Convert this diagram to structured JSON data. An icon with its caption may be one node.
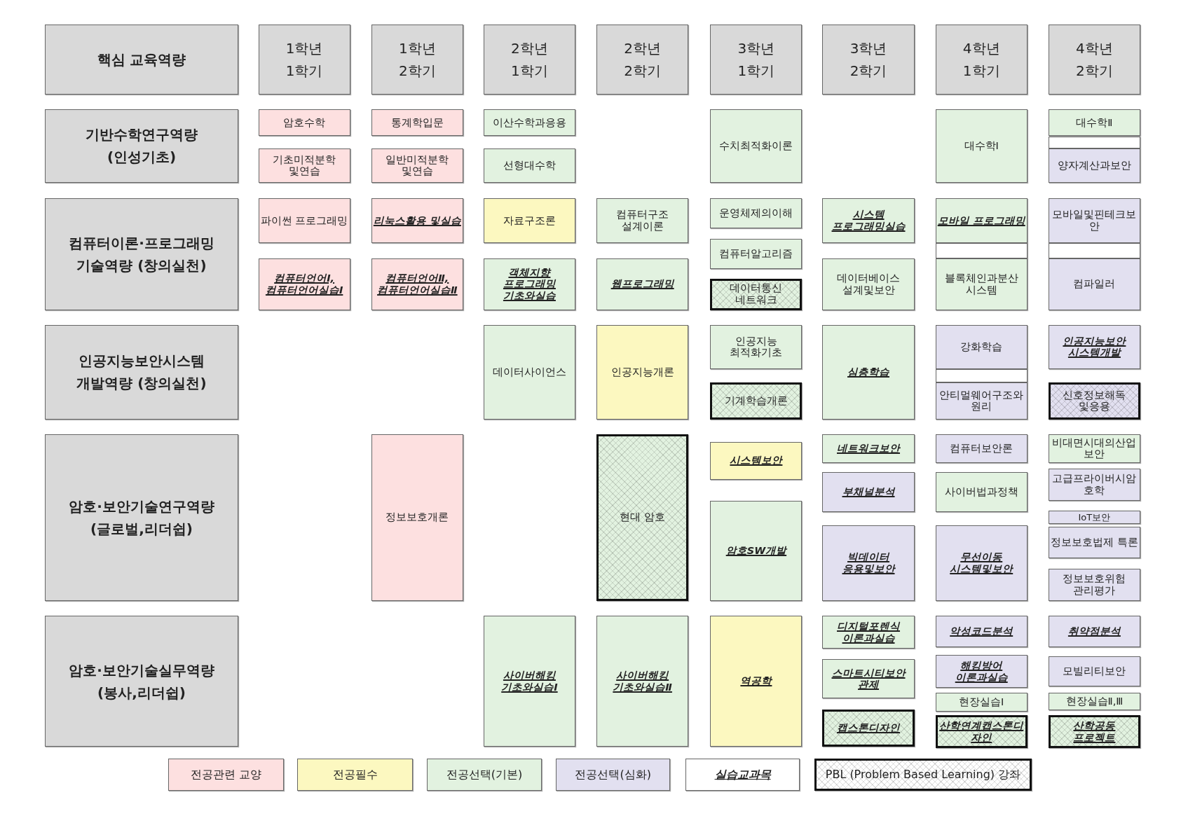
{
  "diagram": {
    "nodes": [
      {
        "text": [
          "핵심 교육역량"
        ]
      },
      {
        "text": [
          "1학년 1학기"
        ]
      },
      {
        "text": [
          "1학년 2학기"
        ]
      },
      {
        "text": [
          "2학년 1학기"
        ]
      },
      {
        "text": [
          "2학년 2학기"
        ]
      },
      {
        "text": [
          "3학년 1학기"
        ]
      },
      {
        "text": [
          "3학년 2학기"
        ]
      },
      {
        "text": [
          "4학년 1학기"
        ]
      },
      {
        "text": [
          "4학년 2학기"
        ]
      },
      {
        "text": [
          "기반수학연구역량 (인성기초)"
        ]
      },
      {
        "text": [
          "암호수학"
        ]
      },
      {
        "text": [
          "통계학입문"
        ]
      },
      {
        "text": [
          "이산수학과응용"
        ]
      },
      {
        "text": [
          "수치최적화이론"
        ]
      },
      {
        "text": [
          "대수학Ⅰ"
        ]
      },
      {
        "text": [
          "대수학Ⅱ"
        ]
      },
      {
        "text": [],
        "shape": "box"
      },
      {
        "text": [
          "기초미적분학 및연습"
        ]
      },
      {
        "text": [
          "일반미적분학 및연습"
        ]
      },
      {
        "text": [
          "선형대수학"
        ]
      },
      {
        "text": [
          "양자계산과보안"
        ]
      },
      {
        "text": [
          "컴퓨터이론·프로그래밍 기술역량 (창의실천)"
        ]
      },
      {
        "text": [
          "파이썬 프로그래밍"
        ]
      },
      {
        "text": [
          "리눅스활용 및실습"
        ]
      },
      {
        "text": [
          "자료구조론"
        ]
      },
      {
        "text": [
          "컴퓨터구조 설계이론"
        ]
      },
      {
        "text": [
          "운영체제의이해"
        ]
      },
      {
        "text": [
          "시스템 프로그래밍실습"
        ]
      },
      {
        "text": [
          "모바일 프로그래밍"
        ]
      },
      {
        "text": [
          "모바일및핀테크보안"
        ]
      },
      {
        "text": [
          "컴퓨터알고리즘"
        ]
      },
      {
        "text": [],
        "shape": "box"
      },
      {
        "text": [],
        "shape": "box"
      },
      {
        "text": [
          "컴퓨터언어Ⅰ, 컴퓨터언어실습Ⅰ"
        ]
      },
      {
        "text": [
          "컴퓨터언어Ⅱ, 컴퓨터언어실습Ⅱ"
        ]
      },
      {
        "text": [
          "객체지향 프로그래밍 기초와실습"
        ]
      },
      {
        "text": [
          "웹프로그래밍"
        ]
      },
      {
        "text": [
          "데이터베이스 설계및보안"
        ]
      },
      {
        "text": [
          "블록체인과분산 시스템"
        ]
      },
      {
        "text": [
          "컴파일러"
        ]
      },
      {
        "text": [
          "데이터통신 네트워크"
        ]
      },
      {
        "text": [
          "인공지능보안시스템 개발역량 (창의실천)"
        ]
      },
      {
        "text": [
          "데이터사이언스"
        ]
      },
      {
        "text": [
          "인공지능개론"
        ]
      },
      {
        "text": [
          "인공지능 최적화기초"
        ]
      },
      {
        "text": [
          "심층학습"
        ]
      },
      {
        "text": [
          "강화학습"
        ]
      },
      {
        "text": [
          "인공지능보안 시스템개발"
        ]
      },
      {
        "text": [],
        "shape": "box"
      },
      {
        "text": [
          "기계학습개론"
        ]
      },
      {
        "text": [
          "안티멀웨어구조와원리"
        ]
      },
      {
        "text": [
          "신호정보해독 및응용"
        ]
      },
      {
        "text": [
          "암호·보안기술연구역량 (글로벌,리더쉽)"
        ]
      },
      {
        "text": [
          "정보보호개론"
        ]
      },
      {
        "text": [
          "현대 암호"
        ]
      },
      {
        "text": [
          "네트워크보안"
        ]
      },
      {
        "text": [
          "컴퓨터보안론"
        ]
      },
      {
        "text": [
          "비대면시대의산업보안"
        ]
      },
      {
        "text": [
          "시스템보안"
        ]
      },
      {
        "text": [
          "고급프라이버시암호학"
        ]
      },
      {
        "text": [
          "부채널분석"
        ]
      },
      {
        "text": [
          "사이버법과정책"
        ]
      },
      {
        "text": [
          "암호SW개발"
        ]
      },
      {
        "text": [
          "IoT보안"
        ]
      },
      {
        "text": [
          "정보보호법제 특론"
        ]
      },
      {
        "text": [
          "빅데이터 응용및보안"
        ]
      },
      {
        "text": [
          "무선이동 시스템및보안"
        ]
      },
      {
        "text": [
          "정보보호위험 관리평가"
        ]
      },
      {
        "text": [
          "암호·보안기술실무역량 (봉사,리더쉽)"
        ]
      },
      {
        "text": [
          "사이버해킹 기초와실습Ⅰ"
        ]
      },
      {
        "text": [
          "사이버해킹 기초와실습Ⅱ"
        ]
      },
      {
        "text": [
          "역공학"
        ]
      },
      {
        "text": [
          "디지털포렌식 이론과실습"
        ]
      },
      {
        "text": [
          "악성코드분석"
        ]
      },
      {
        "text": [
          "취약점분석"
        ]
      },
      {
        "text": [
          "해킹방어 이론과실습"
        ]
      },
      {
        "text": [
          "모빌리티보안"
        ]
      },
      {
        "text": [
          "스마트시티보안 관제"
        ]
      },
      {
        "text": [
          "현장실습Ⅰ"
        ]
      },
      {
        "text": [
          "현장실습Ⅱ,Ⅲ"
        ]
      },
      {
        "text": [
          "캡스톤디자인"
        ]
      },
      {
        "text": [
          "산학연계캡스톤디자인"
        ]
      },
      {
        "text": [
          "산학공동 프로젝트"
        ]
      }
    ],
    "legend": [
      {
        "text": "전공관련 교양",
        "color": "#fde0e0"
      },
      {
        "text": "전공필수",
        "color": "#fcf8c0"
      },
      {
        "text": "전공선택(기본)",
        "color": "#e2f2e0"
      },
      {
        "text": "전공선택(심화)",
        "color": "#e2e0f0"
      },
      {
        "text": "실습교과목",
        "color": "#ffffff"
      },
      {
        "text": "PBL (Problem Based Learning) 강좌"
      }
    ]
  }
}
